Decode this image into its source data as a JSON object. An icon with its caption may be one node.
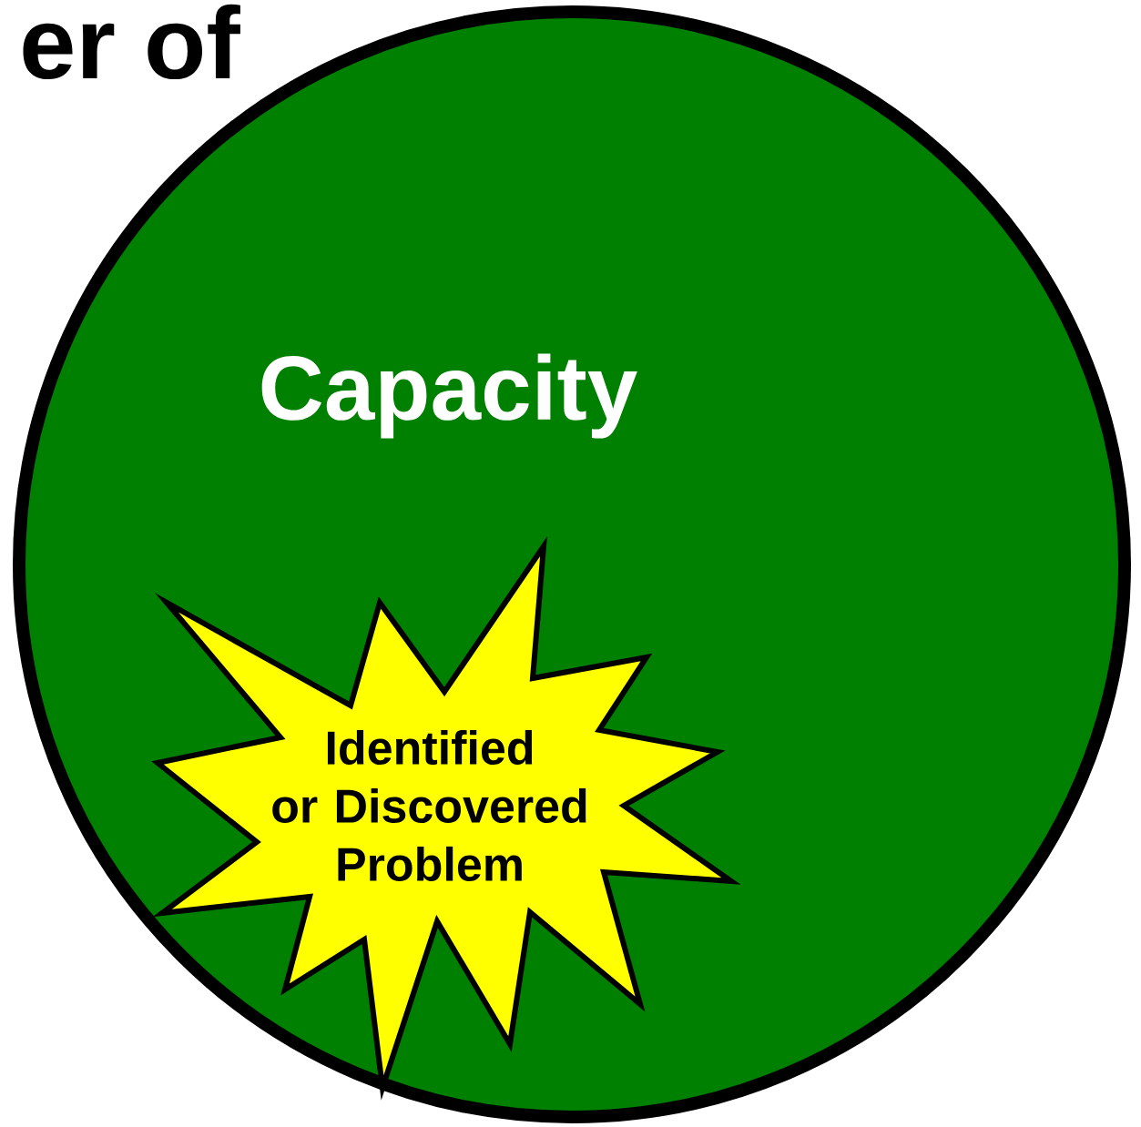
{
  "diagram": {
    "nodes": [
      {
        "text": [
          "Capacity"
        ]
      },
      {
        "text": [
          "Identified or Discovered Problem"
        ],
        "in": 0
      }
    ],
    "labels": [
      "er of"
    ]
  }
}
